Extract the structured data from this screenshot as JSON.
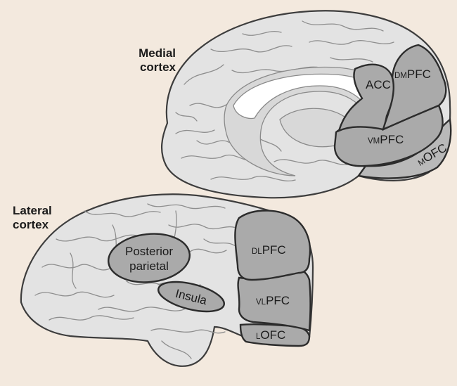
{
  "medial": {
    "title_line1": "Medial",
    "title_line2": "cortex",
    "regions": {
      "acc": "ACC",
      "dmpfc_prefix": "DM",
      "dmpfc_main": "PFC",
      "vmpfc_prefix": "VM",
      "vmpfc_main": "PFC",
      "mofc_prefix": "M",
      "mofc_main": "OFC"
    }
  },
  "lateral": {
    "title_line1": "Lateral",
    "title_line2": "cortex",
    "regions": {
      "posterior_parietal_line1": "Posterior",
      "posterior_parietal_line2": "parietal",
      "insula": "Insula",
      "dlpfc_prefix": "DL",
      "dlpfc_main": "PFC",
      "vlpfc_prefix": "VL",
      "vlpfc_main": "PFC",
      "lofc_prefix": "L",
      "lofc_main": "OFC"
    }
  },
  "colors": {
    "background": "#f3e9de",
    "brain_fill": "#e3e3e3",
    "highlight_fill": "#aaaaaa",
    "outline": "#2c2c2c"
  }
}
